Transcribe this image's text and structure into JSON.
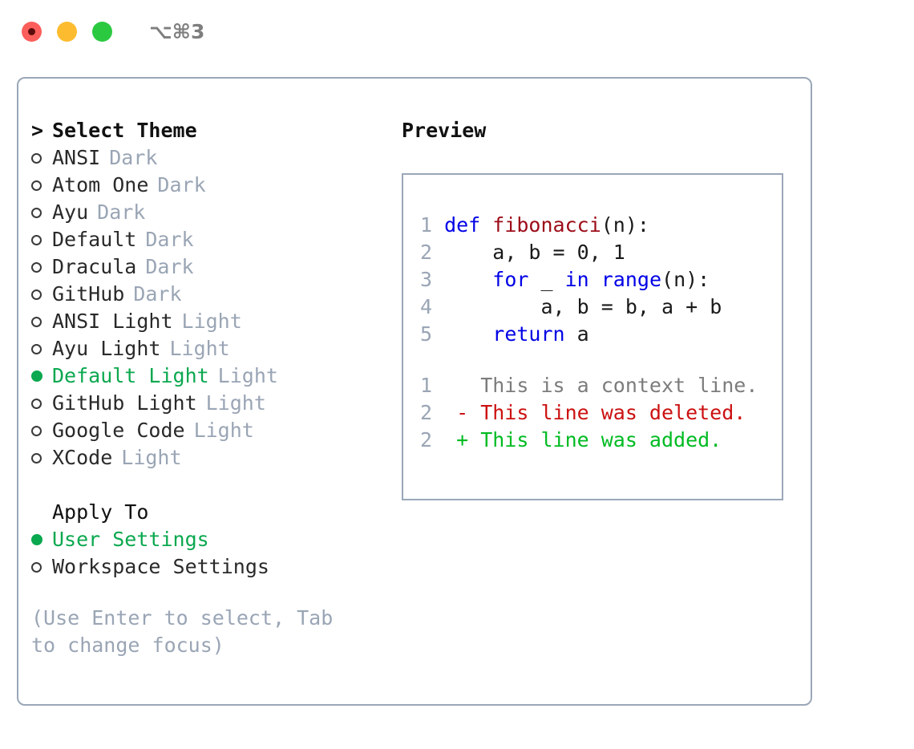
{
  "window": {
    "title": "⌥⌘3",
    "buttons": [
      {
        "name": "close",
        "color": "#fb5e5b"
      },
      {
        "name": "minimize",
        "color": "#fdbc2f"
      },
      {
        "name": "maximize",
        "color": "#2bc940"
      }
    ]
  },
  "colors": {
    "accent_green": "#0aa84f",
    "muted": "#9aa5b5",
    "border": "#9aa7b8",
    "keyword": "#0000e6",
    "function": "#9c0c18",
    "diff_add": "#00bb22",
    "diff_del": "#cc1111",
    "context": "#7c7c7c"
  },
  "theme_select": {
    "caret": ">",
    "heading": "Select Theme",
    "items": [
      {
        "marker": "o",
        "name": "ANSI",
        "tag": "Dark",
        "selected": false
      },
      {
        "marker": "o",
        "name": "Atom One",
        "tag": "Dark",
        "selected": false
      },
      {
        "marker": "o",
        "name": "Ayu",
        "tag": "Dark",
        "selected": false
      },
      {
        "marker": "o",
        "name": "Default",
        "tag": "Dark",
        "selected": false
      },
      {
        "marker": "o",
        "name": "Dracula",
        "tag": "Dark",
        "selected": false
      },
      {
        "marker": "o",
        "name": "GitHub",
        "tag": "Dark",
        "selected": false
      },
      {
        "marker": "o",
        "name": "ANSI Light",
        "tag": "Light",
        "selected": false
      },
      {
        "marker": "o",
        "name": "Ayu Light",
        "tag": "Light",
        "selected": false
      },
      {
        "marker": "●",
        "name": "Default Light",
        "tag": "Light",
        "selected": true
      },
      {
        "marker": "o",
        "name": "GitHub Light",
        "tag": "Light",
        "selected": false
      },
      {
        "marker": "o",
        "name": "Google Code",
        "tag": "Light",
        "selected": false
      },
      {
        "marker": "o",
        "name": "XCode",
        "tag": "Light",
        "selected": false
      }
    ]
  },
  "apply_to": {
    "heading": "Apply To",
    "items": [
      {
        "marker": "●",
        "name": "User Settings",
        "selected": true
      },
      {
        "marker": "o",
        "name": "Workspace Settings",
        "selected": false
      }
    ]
  },
  "hint": "(Use Enter to select, Tab to change focus)",
  "preview": {
    "label": "Preview",
    "code_lines": [
      {
        "num": "1",
        "tokens": [
          {
            "t": "def ",
            "c": "kw"
          },
          {
            "t": "fibonacci",
            "c": "fn"
          },
          {
            "t": "(n):",
            "c": "plain"
          }
        ]
      },
      {
        "num": "2",
        "tokens": [
          {
            "t": "    a, b = 0, 1",
            "c": "plain"
          }
        ]
      },
      {
        "num": "3",
        "tokens": [
          {
            "t": "    ",
            "c": "plain"
          },
          {
            "t": "for",
            "c": "kw"
          },
          {
            "t": " _ ",
            "c": "plain"
          },
          {
            "t": "in range",
            "c": "kw"
          },
          {
            "t": "(n):",
            "c": "plain"
          }
        ]
      },
      {
        "num": "4",
        "tokens": [
          {
            "t": "        a, b = b, a + b",
            "c": "plain"
          }
        ]
      },
      {
        "num": "5",
        "tokens": [
          {
            "t": "    ",
            "c": "plain"
          },
          {
            "t": "return",
            "c": "kw"
          },
          {
            "t": " a",
            "c": "plain"
          }
        ]
      }
    ],
    "diff_lines": [
      {
        "num": "1",
        "sign": " ",
        "text": " This is a context line.",
        "c": "ctx"
      },
      {
        "num": "2",
        "sign": "-",
        "text": " This line was deleted.",
        "c": "del"
      },
      {
        "num": "2",
        "sign": "+",
        "text": " This line was added.",
        "c": "add"
      }
    ]
  }
}
